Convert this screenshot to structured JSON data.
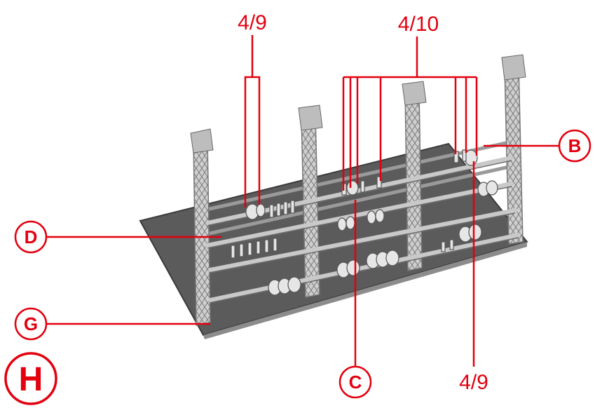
{
  "labels": {
    "top_left_ref": "4/9",
    "top_right_ref": "4/10",
    "bottom_right_ref": "4/9",
    "marker_b": "B",
    "marker_c": "C",
    "marker_d": "D",
    "marker_g": "G",
    "marker_h": "H"
  },
  "colors": {
    "annotation": "#e3000f",
    "model_light": "#d8d8d8",
    "model_mid": "#a8a8a8",
    "model_dark": "#555555",
    "base_plate": "#5a5a5a"
  }
}
